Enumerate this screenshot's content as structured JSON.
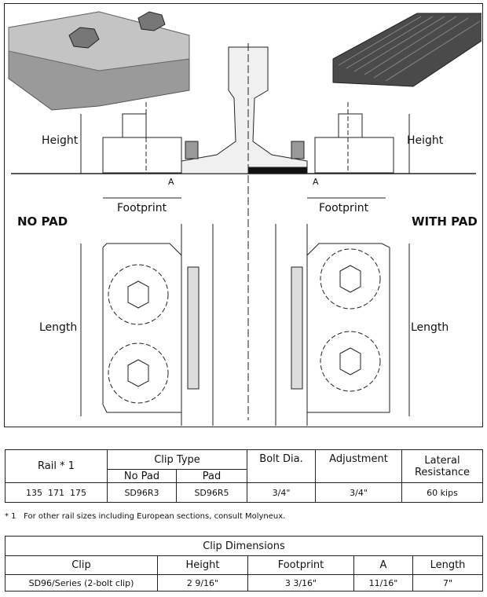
{
  "drawing": {
    "left_height_label": "Height",
    "right_height_label": "Height",
    "left_footprint_label": "Footprint",
    "right_footprint_label": "Footprint",
    "left_a_label": "A",
    "right_a_label": "A",
    "no_pad_label": "NO PAD",
    "with_pad_label": "WITH PAD",
    "left_length_label": "Length",
    "right_length_label": "Length"
  },
  "spec_table": {
    "headers": {
      "rail": "Rail * 1",
      "clip_type": "Clip Type",
      "no_pad": "No Pad",
      "pad": "Pad",
      "bolt_dia": "Bolt Dia.",
      "adjustment": "Adjustment",
      "lateral_resistance": "Lateral Resistance"
    },
    "row": {
      "rail": "135  171  175",
      "no_pad": "SD96R3",
      "pad": "SD96R5",
      "bolt_dia": "3/4\"",
      "adjustment": "3/4\"",
      "lateral_resistance": "60 kips"
    }
  },
  "footnote": "* 1   For other rail sizes including European sections, consult Molyneux.",
  "dimensions_table": {
    "title": "Clip Dimensions",
    "headers": [
      "Clip",
      "Height",
      "Footprint",
      "A",
      "Length"
    ],
    "row": [
      "SD96/Series (2-bolt clip)",
      "2 9/16\"",
      "3 3/16\"",
      "11/16\"",
      "7\""
    ]
  }
}
